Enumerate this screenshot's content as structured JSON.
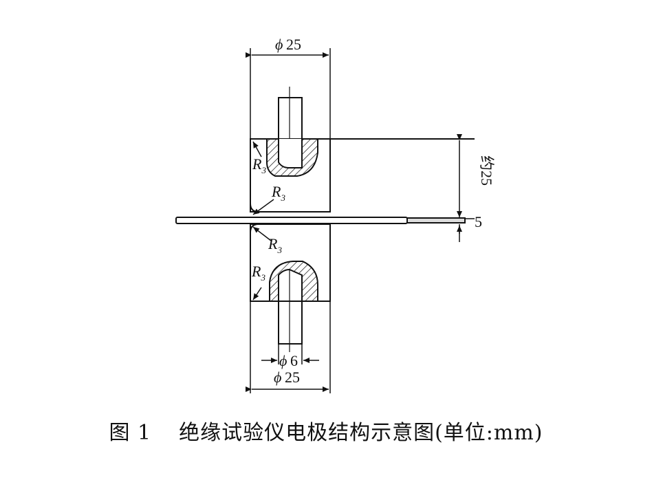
{
  "diagram": {
    "top_diameter": "25",
    "bottom_diameter": "25",
    "rod_diameter": "6",
    "phi_symbol": "ϕ",
    "radius_symbol": "R",
    "radius_sub": "3",
    "height_label": "约25",
    "thickness_label": "5"
  },
  "caption": {
    "number": "图 1",
    "text": "绝缘试验仪电极结构示意图(单位:mm)"
  }
}
